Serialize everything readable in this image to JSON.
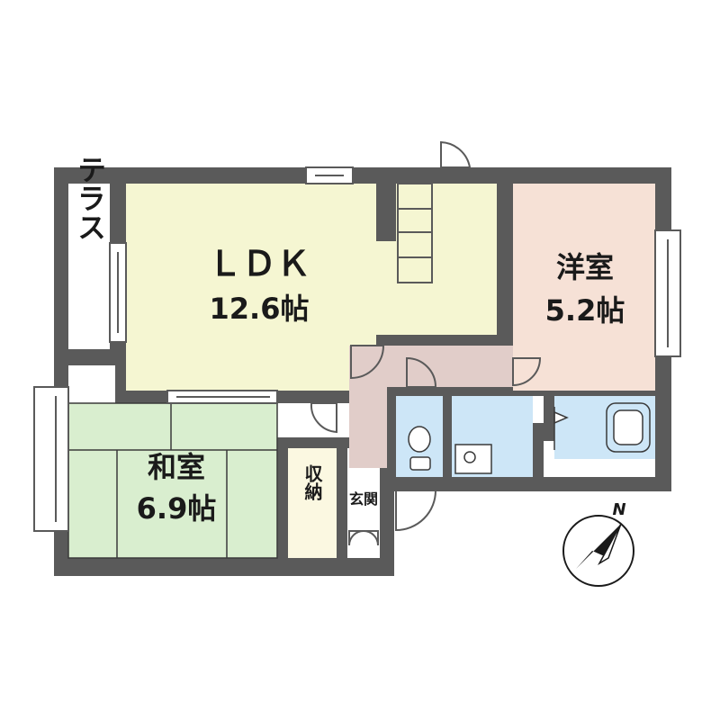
{
  "rooms": {
    "ldk": {
      "name": "ＬＤＫ",
      "size": "12.6帖"
    },
    "western": {
      "name": "洋室",
      "size": "5.2帖"
    },
    "japanese": {
      "name": "和室",
      "size": "6.9帖"
    },
    "terrace": {
      "label": "テラス"
    },
    "storage": {
      "label": "収納"
    },
    "entrance": {
      "label": "玄関"
    }
  },
  "compass": {
    "north": "N"
  },
  "colors": {
    "wall": "#5a5a5a",
    "ldk": "#f5f6d2",
    "western": "#f6e1d6",
    "japanese": "#d9eecf",
    "hall": "#e1cdc9",
    "wet": "#cde6f7",
    "storage": "#fbf8e1"
  }
}
